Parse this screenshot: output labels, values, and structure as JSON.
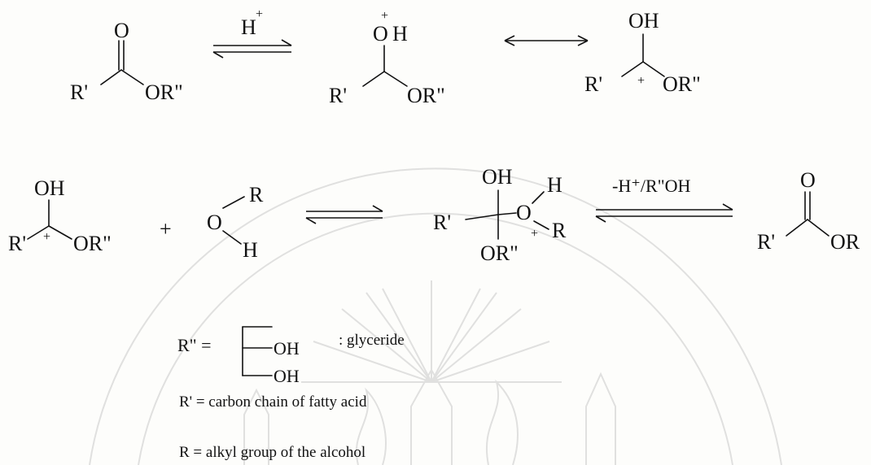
{
  "colors": {
    "ink": "#111111",
    "watermark": "#c9c9c9",
    "paper": "#fdfdfb"
  },
  "step1": {
    "reactant": {
      "o_top": "O",
      "left": "R'",
      "right": "OR\""
    },
    "condition": "H",
    "condition_sup": "+",
    "protonated": {
      "o_top": "O",
      "o_charge": "+",
      "h": "H",
      "left": "R'",
      "right": "OR\""
    },
    "resonance": {
      "oh": "OH",
      "left": "R'",
      "charge": "+",
      "right": "OR\""
    }
  },
  "step2": {
    "carbocation": {
      "oh": "OH",
      "left": "R'",
      "charge": "+",
      "right": "OR\""
    },
    "plus": "+",
    "alcohol": {
      "o": "O",
      "r": "R",
      "h": "H"
    },
    "intermediate": {
      "oh": "OH",
      "left": "R'",
      "bottom": "OR\"",
      "o": "O",
      "h": "H",
      "charge": "+",
      "r": "R"
    },
    "condition": "-H⁺/R\"OH",
    "product": {
      "o_top": "O",
      "left": "R'",
      "right": "OR"
    }
  },
  "legend": {
    "rpp": "R\" =",
    "oh1": "OH",
    "oh2": "OH",
    "glyceride": ": glyceride",
    "rp": "R' = carbon chain of fatty acid",
    "r": "R = alkyl group of the alcohol"
  }
}
